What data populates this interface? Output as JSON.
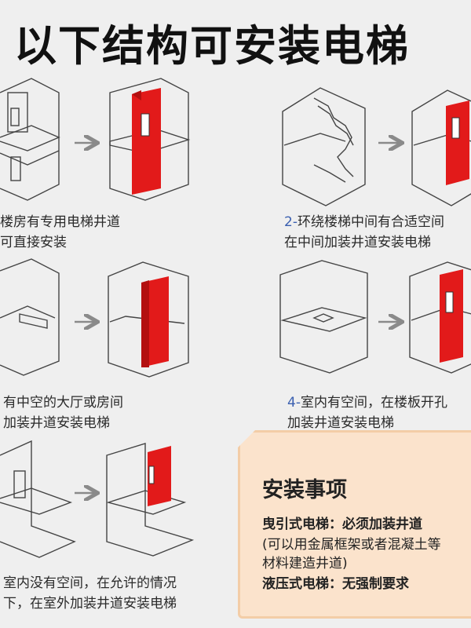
{
  "title": "以下结构可安装电梯",
  "items": [
    {
      "number": "",
      "line1": "楼房有专用电梯井道",
      "line2": "可直接安装"
    },
    {
      "number": "2-",
      "line1": "环绕楼梯中间有合适空间",
      "line2": "在中间加装井道安装电梯"
    },
    {
      "number": "",
      "line1": "有中空的大厅或房间",
      "line2": "加装井道安装电梯"
    },
    {
      "number": "4-",
      "line1": "室内有空间，在楼板开孔",
      "line2": "加装井道安装电梯"
    },
    {
      "number": "",
      "line1": "室内没有空间，在允许的情况",
      "line2": "下，在室外加装井道安装电梯"
    }
  ],
  "notes": {
    "title": "安装事项",
    "traction": "曳引式电梯：必须加装井道",
    "traction_detail_1": "(可以用金属框架或者混凝土等",
    "traction_detail_2": "材料建造井道)",
    "hydraulic": "液压式电梯：无强制要求"
  },
  "colors": {
    "shaft": "#e21a1a",
    "arrow": "#8a8a8a",
    "line": "#444444",
    "note_bg": "#fbe3cc"
  }
}
